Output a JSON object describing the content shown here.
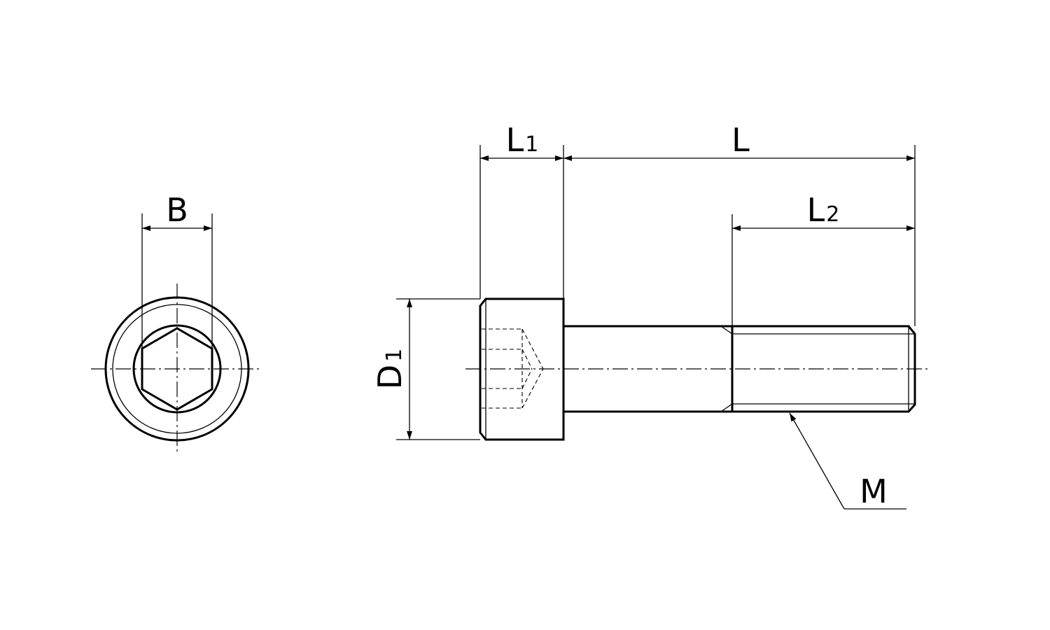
{
  "labels": {
    "B": "B",
    "L1_main": "L",
    "L1_sub": "1",
    "L": "L",
    "L2_main": "L",
    "L2_sub": "2",
    "D1_main": "D",
    "D1_sub": "1",
    "M": "M"
  }
}
